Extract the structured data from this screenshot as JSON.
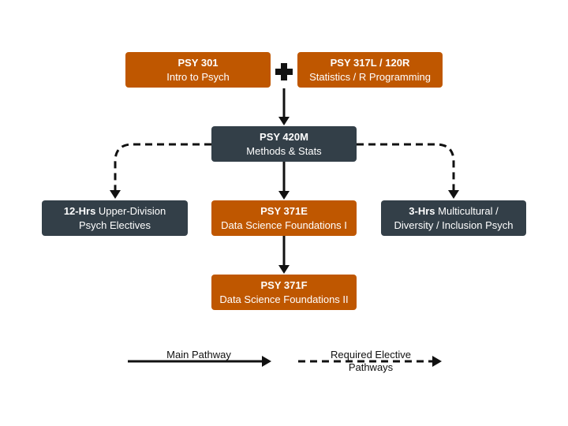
{
  "nodes": {
    "psy301": {
      "code": "PSY 301",
      "title": "Intro to Psych",
      "color": "#bf5700"
    },
    "psy317": {
      "code": "PSY 317L / 120R",
      "title": "Statistics / R Programming",
      "color": "#bf5700"
    },
    "psy420m": {
      "code": "PSY 420M",
      "title": "Methods & Stats",
      "color": "#333f48"
    },
    "electives": {
      "bold": "12-Hrs",
      "line1": "Upper-Division",
      "line2": "Psych Electives",
      "color": "#333f48"
    },
    "psy371e": {
      "code": "PSY 371E",
      "title": "Data Science Foundations I",
      "color": "#bf5700"
    },
    "multicultural": {
      "bold": "3-Hrs",
      "line1": "Multicultural /",
      "line2": "Diversity / Inclusion Psych",
      "color": "#333f48"
    },
    "psy371f": {
      "code": "PSY 371F",
      "title": "Data Science Foundations II",
      "color": "#bf5700"
    }
  },
  "plus_icon": "plus-icon",
  "legend": {
    "main": "Main Pathway",
    "elective_line1": "Required Elective",
    "elective_line2": "Pathways"
  }
}
